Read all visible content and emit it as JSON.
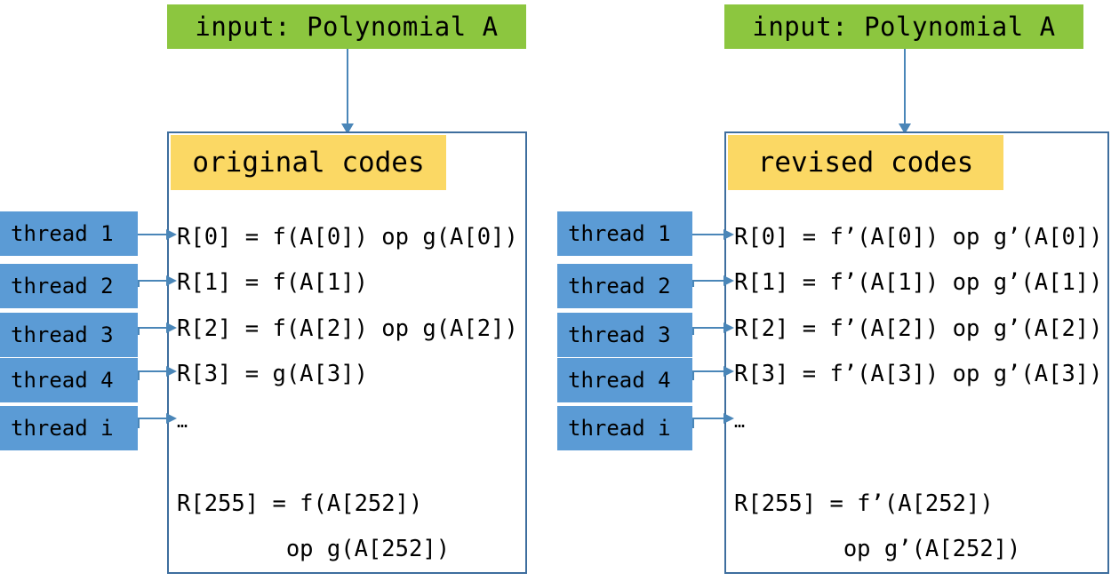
{
  "diagram": {
    "title": "original vs revised codes thread mapping",
    "colors": {
      "input_banner_green": "#8CC63F",
      "code_title_yellow": "#FBD864",
      "thread_blue": "#5B9BD5",
      "border_blue": "#3E6E9E",
      "arrow_blue": "#4A86B8"
    }
  },
  "panels": [
    {
      "id": "left",
      "input_label": "input: Polynomial A",
      "code_title": "original codes",
      "threads": [
        {
          "label": "thread 1"
        },
        {
          "label": "thread 2"
        },
        {
          "label": "thread 3"
        },
        {
          "label": "thread 4"
        },
        {
          "label": "thread i"
        }
      ],
      "code_lines": [
        "R[0] = f(A[0]) op g(A[0])",
        "R[1] = f(A[1])",
        "R[2] = f(A[2]) op g(A[2])",
        "R[3] = g(A[3])",
        "…"
      ],
      "tail_lines": [
        "R[255] = f(A[252])",
        "        op g(A[252])"
      ]
    },
    {
      "id": "right",
      "input_label": "input: Polynomial A",
      "code_title": "revised codes",
      "threads": [
        {
          "label": "thread 1"
        },
        {
          "label": "thread 2"
        },
        {
          "label": "thread 3"
        },
        {
          "label": "thread 4"
        },
        {
          "label": "thread i"
        }
      ],
      "code_lines": [
        "R[0] = f’(A[0]) op g’(A[0])",
        "R[1] = f’(A[1]) op g’(A[1])",
        "R[2] = f’(A[2]) op g’(A[2])",
        "R[3] = f’(A[3]) op g’(A[3])",
        "…"
      ],
      "tail_lines": [
        "R[255] = f’(A[252])",
        "        op g’(A[252])"
      ]
    }
  ]
}
